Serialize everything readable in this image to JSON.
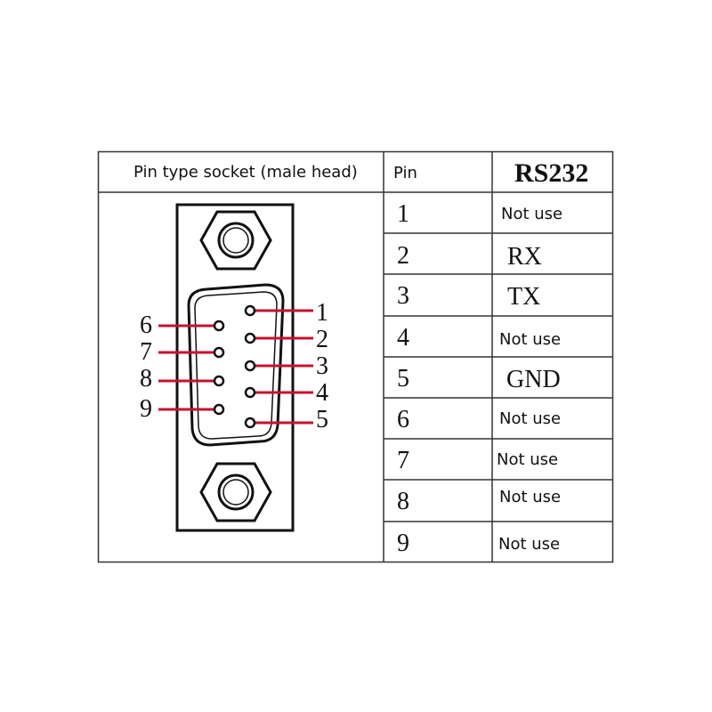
{
  "table": {
    "header": {
      "connector_col": "Pin type socket (male head)",
      "pin_col": "Pin",
      "protocol_col": "RS232"
    },
    "rows": [
      {
        "pin": "1",
        "signal": "Not use"
      },
      {
        "pin": "2",
        "signal": "RX"
      },
      {
        "pin": "3",
        "signal": "TX"
      },
      {
        "pin": "4",
        "signal": "Not use"
      },
      {
        "pin": "5",
        "signal": "GND"
      },
      {
        "pin": "6",
        "signal": "Not use"
      },
      {
        "pin": "7",
        "signal": "Not use"
      },
      {
        "pin": "8",
        "signal": "Not use"
      },
      {
        "pin": "9",
        "signal": "Not use"
      }
    ]
  },
  "connector": {
    "top_row_labels": [
      "1",
      "2",
      "3",
      "4",
      "5"
    ],
    "bottom_row_labels": [
      "6",
      "7",
      "8",
      "9"
    ],
    "lead_color": "#c8102e",
    "outline_color": "#111111"
  }
}
